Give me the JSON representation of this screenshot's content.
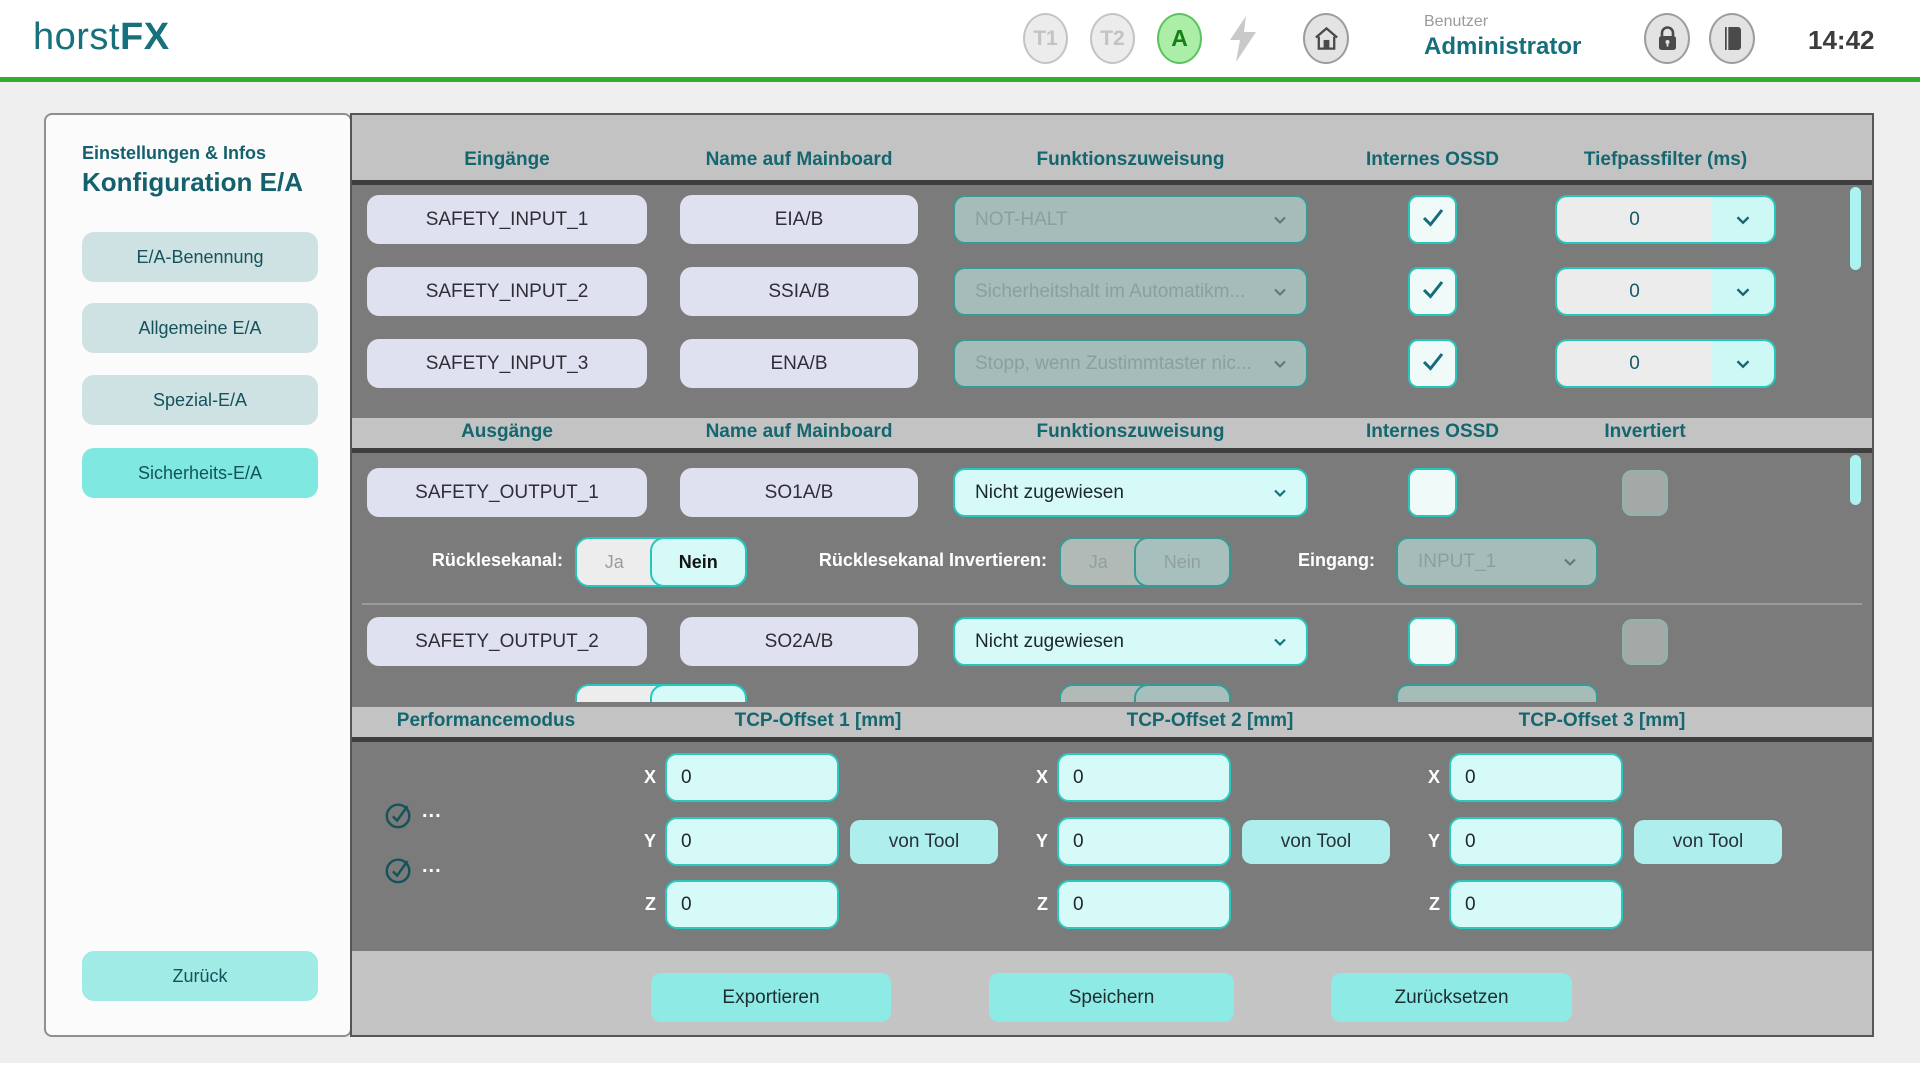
{
  "topbar": {
    "logo_thin": "horst",
    "logo_bold": "FX",
    "t1": "T1",
    "t2": "T2",
    "auto": "A",
    "user_label": "Benutzer",
    "user_name": "Administrator",
    "time": "14:42"
  },
  "sidebar": {
    "subtitle": "Einstellungen & Infos",
    "title": "Konfiguration E/A",
    "items": [
      {
        "label": "E/A-Benennung",
        "active": false
      },
      {
        "label": "Allgemeine E/A",
        "active": false
      },
      {
        "label": "Spezial-E/A",
        "active": false
      },
      {
        "label": "Sicherheits-E/A",
        "active": true
      }
    ],
    "back": "Zurück"
  },
  "inputs_section": {
    "headers": [
      "Eingänge",
      "Name auf Mainboard",
      "Funktionszuweisung",
      "Internes OSSD",
      "Tiefpassfilter (ms)"
    ],
    "rows": [
      {
        "name": "SAFETY_INPUT_1",
        "mainboard": "EIA/B",
        "function": "NOT-HALT",
        "ossd": true,
        "filter": "0"
      },
      {
        "name": "SAFETY_INPUT_2",
        "mainboard": "SSIA/B",
        "function": "Sicherheitshalt im Automatikm...",
        "ossd": true,
        "filter": "0"
      },
      {
        "name": "SAFETY_INPUT_3",
        "mainboard": "ENA/B",
        "function": "Stopp, wenn Zustimmtaster nic...",
        "ossd": true,
        "filter": "0"
      }
    ]
  },
  "outputs_section": {
    "headers": [
      "Ausgänge",
      "Name auf Mainboard",
      "Funktionszuweisung",
      "Internes OSSD",
      "Invertiert"
    ],
    "rows": [
      {
        "name": "SAFETY_OUTPUT_1",
        "mainboard": "SO1A/B",
        "function": "Nicht zugewiesen",
        "ossd": false,
        "inverted": false
      },
      {
        "name": "SAFETY_OUTPUT_2",
        "mainboard": "SO2A/B",
        "function": "Nicht zugewiesen",
        "ossd": false,
        "inverted": false
      }
    ],
    "readback": {
      "label": "Rücklesekanal:",
      "yes": "Ja",
      "no": "Nein",
      "invert_label": "Rücklesekanal Invertieren:",
      "input_label": "Eingang:",
      "input_value": "INPUT_1"
    }
  },
  "tcp_section": {
    "headers": [
      "Performancemodus",
      "TCP-Offset 1 [mm]",
      "TCP-Offset 2 [mm]",
      "TCP-Offset 3 [mm]"
    ],
    "perf_item_1": "...",
    "perf_item_2": "...",
    "axis_x": "X",
    "axis_y": "Y",
    "axis_z": "Z",
    "offsets": [
      {
        "x": "0",
        "y": "0",
        "z": "0",
        "button": "von Tool"
      },
      {
        "x": "0",
        "y": "0",
        "z": "0",
        "button": "von Tool"
      },
      {
        "x": "0",
        "y": "0",
        "z": "0",
        "button": "von Tool"
      }
    ]
  },
  "footer": {
    "export": "Exportieren",
    "save": "Speichern",
    "reset": "Zurücksetzen"
  },
  "colors": {
    "accent_cyan": "#25c7bd",
    "teal": "#15707c",
    "green_line": "#2fae33",
    "status_green": "#5bc35f",
    "panel_dark": "#7b7b7b"
  }
}
